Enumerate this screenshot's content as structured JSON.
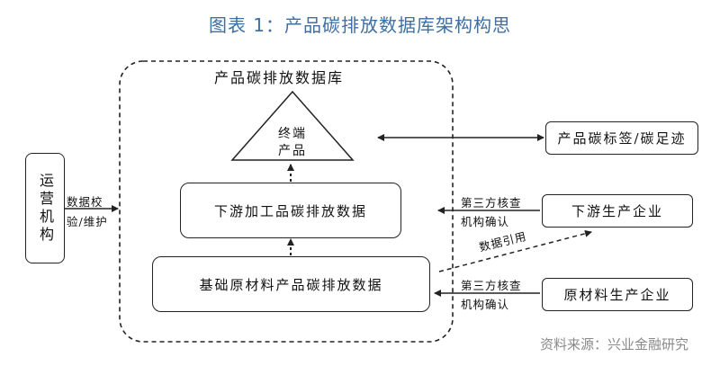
{
  "title": "图表 1：产品碳排放数据库架构构思",
  "database_label": "产品碳排放数据库",
  "terminal_product": "终端产品",
  "downstream_data": "下游加工品碳排放数据",
  "raw_material_data": "基础原材料产品碳排放数据",
  "operating_agency": "运营机构",
  "validation_label_1": "数据校",
  "validation_label_2": "验/维护",
  "carbon_label": "产品碳标签/碳足迹",
  "downstream_enterprise": "下游生产企业",
  "raw_material_enterprise": "原材料生产企业",
  "third_party_1": "第三方核查",
  "third_party_1b": "机构确认",
  "third_party_2": "第三方核查",
  "third_party_2b": "机构确认",
  "data_reference": "数据引用",
  "watermark": "资料来源：兴业金融研究",
  "colors": {
    "title": "#3d6fa3",
    "line": "#222222"
  }
}
